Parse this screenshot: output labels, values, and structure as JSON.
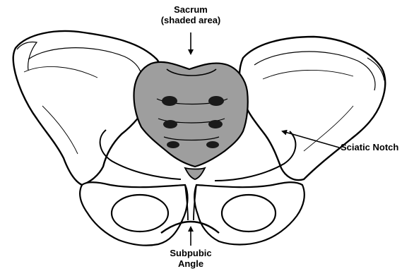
{
  "labels": {
    "sacrum": [
      "Sacrum",
      "(shaded area)"
    ],
    "sciatic_notch": "Sciatic Notch",
    "subpubic_angle": [
      "Subpubic",
      "Angle"
    ]
  },
  "colors": {
    "background": "#ffffff",
    "bone_fill": "#ffffff",
    "bone_outline": "#000000",
    "sacrum_shade": "#9e9e9e",
    "label_text": "#000000"
  },
  "figure": {
    "subject": "pelvis-anterior-view",
    "icons": [
      "ilium-left-icon",
      "ilium-right-icon",
      "sacrum-icon",
      "coccyx-icon",
      "pubis-left-icon",
      "pubis-right-icon",
      "obturator-foramen-left-icon",
      "obturator-foramen-right-icon",
      "sacral-foramina-icon",
      "arrow-icon"
    ]
  }
}
